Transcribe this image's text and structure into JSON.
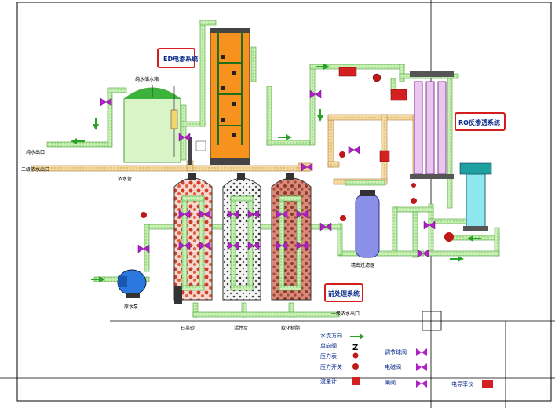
{
  "systems": {
    "ed": "ED电渗系统",
    "ro": "RO反渗透系统",
    "pre": "前处理系统"
  },
  "labels": {
    "pure_tank": "纯水储水箱",
    "pure_outlet": "纯水出口",
    "secondary_conc": "二级浓水出口",
    "conc_water": "浓水管",
    "sand": "石英砂",
    "carbon": "活性炭",
    "softener": "软化树脂",
    "pump": "原水泵",
    "precision_filter": "精密过滤器",
    "primary_conc": "一级浓水出口"
  },
  "legend": {
    "flow": "水流方向",
    "check_valve": "单向阀",
    "pressure_gauge": "压力表",
    "pressure_switch": "压力开关",
    "flowmeter": "流量计",
    "regulating_valve": "调节球阀",
    "solenoid_valve": "电磁阀",
    "gate_valve": "闸阀",
    "conductivity": "电导率仪"
  }
}
